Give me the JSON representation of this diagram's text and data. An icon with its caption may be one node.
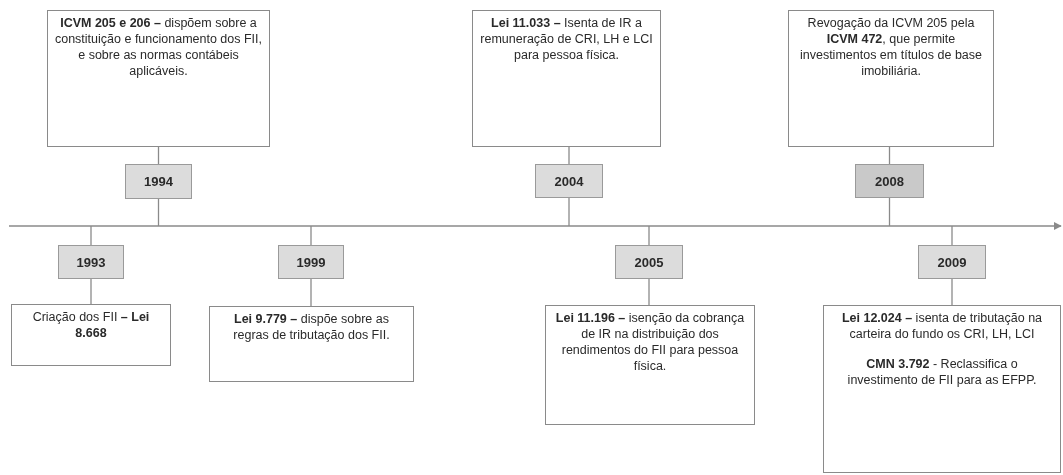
{
  "diagram": {
    "nodes": [
      {
        "text": [
          "**ICVM 205 e 206 –** dispõem sobre a constituição e funcionamento dos FII, e sobre as normas contábeis aplicáveis."
        ]
      },
      {
        "text": [
          "1994"
        ]
      },
      {
        "text": [
          "**Lei 11.033 –** Isenta de IR a remuneração de CRI, LH e LCI para pessoa física."
        ]
      },
      {
        "text": [
          "2004"
        ]
      },
      {
        "text": [
          "Revogação da ICVM 205 pela **ICVM 472**, que permite investimentos em títulos de base imobiliária."
        ]
      },
      {
        "text": [
          "2008"
        ]
      },
      {
        "text": [
          "1993"
        ]
      },
      {
        "text": [
          "Criação dos FII **– Lei 8.668**"
        ]
      },
      {
        "text": [
          "1999"
        ]
      },
      {
        "text": [
          "**Lei 9.779 –** dispõe sobre as regras de tributação dos FII."
        ]
      },
      {
        "text": [
          "2005"
        ]
      },
      {
        "text": [
          "**Lei 11.196 –** isenção da cobrança de IR na distribuição dos rendimentos do FII para pessoa física."
        ]
      },
      {
        "text": [
          "2009"
        ]
      },
      {
        "text": [
          "**Lei 12.024 –** isenta de tributação na carteira do fundo os CRI, LH, LCI",
          "**CMN 3.792** - Reclassifica o investimento de FII para as EFPP."
        ]
      }
    ],
    "edges": [
      {
        "from": 1,
        "to": 0,
        "arrow": "none"
      },
      {
        "from": 3,
        "to": 2,
        "arrow": "none"
      },
      {
        "from": 5,
        "to": 4,
        "arrow": "none"
      },
      {
        "from": 6,
        "to": 7,
        "arrow": "none"
      },
      {
        "from": 8,
        "to": 9,
        "arrow": "none"
      },
      {
        "from": 10,
        "to": 11,
        "arrow": "none"
      },
      {
        "from": 12,
        "to": 13,
        "arrow": "none"
      },
      {
        "from": 1,
        "to": null,
        "arrow": "none"
      },
      {
        "from": 3,
        "to": null,
        "arrow": "none"
      },
      {
        "from": 5,
        "to": null,
        "arrow": "none"
      },
      {
        "from": 6,
        "to": null,
        "arrow": "none"
      },
      {
        "from": 8,
        "to": null,
        "arrow": "none"
      },
      {
        "from": 10,
        "to": null,
        "arrow": "none"
      },
      {
        "from": 12,
        "to": null,
        "arrow": "none"
      }
    ]
  }
}
